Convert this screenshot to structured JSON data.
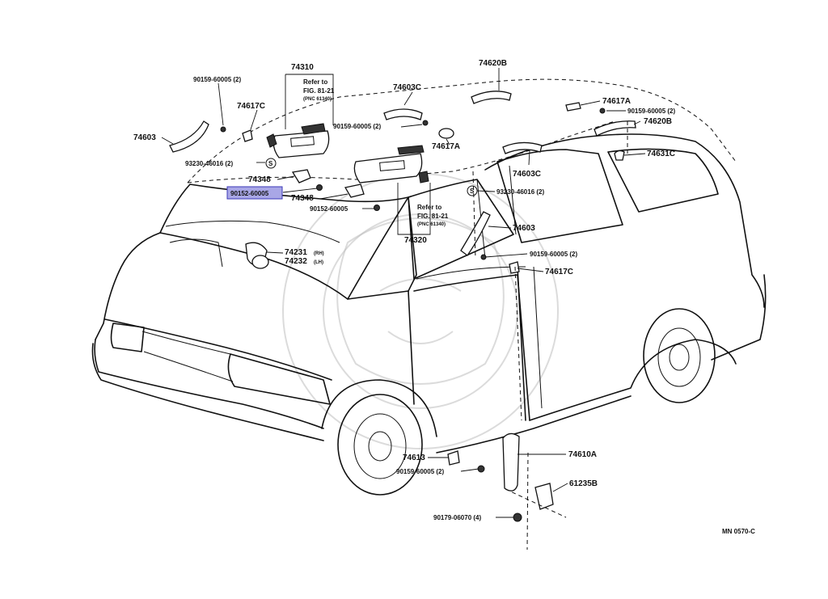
{
  "diagram": {
    "code": "MN 0570-C",
    "highlighted_part": "90152-60005",
    "labels": {
      "l_74310": "74310",
      "l_74320": "74320",
      "refer_top": "Refer to",
      "fig_top": "FIG. 81-21",
      "pnc_top": "(PNC 61340)",
      "refer_mid": "Refer to",
      "fig_mid": "FIG. 81-21",
      "pnc_mid": "(PNC 61340)",
      "l_74620B_top": "74620B",
      "l_74603C_top": "74603C",
      "l_74617A_top": "74617A",
      "l_90159_a": "90159-60005 (2)",
      "l_90159_b": "90159-60005 (2)",
      "l_90159_c": "90159-60005 (2)",
      "l_90159_d": "90159-60005 (2)",
      "l_90159_e": "90159-60005 (2)",
      "l_74617C_left": "74617C",
      "l_74603_left": "74603",
      "l_93230_left": "93230-46016 (2)",
      "l_74348_a": "74348",
      "l_90152_hl": "90152-60005",
      "l_74348_b": "74348",
      "l_90152_b": "90152-60005",
      "l_74617A_mid": "74617A",
      "l_74620B_right": "74620B",
      "l_74631C": "74631C",
      "l_74603C_right": "74603C",
      "l_93230_right": "93230-46016 (2)",
      "l_74603_right": "74603",
      "l_74617C_right": "74617C",
      "l_74231": "74231",
      "l_74231_sfx": "(RH)",
      "l_74232": "74232",
      "l_74232_sfx": "(LH)",
      "l_74613": "74613",
      "l_74610A": "74610A",
      "l_61235B": "61235B",
      "l_90179": "90179-06070 (4)",
      "s_mark": "S"
    }
  }
}
